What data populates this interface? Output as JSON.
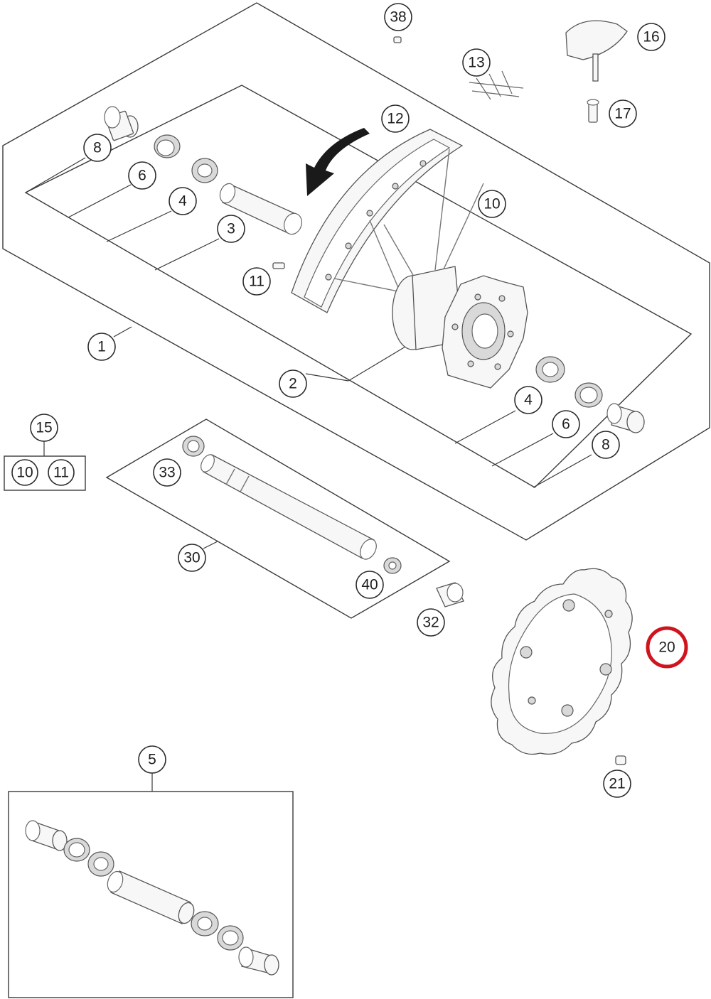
{
  "highlight_color": "#d0141e",
  "highlighted_part": "20",
  "callouts": {
    "c38": "38",
    "c16": "16",
    "c13": "13",
    "c17": "17",
    "c12": "12",
    "c8a": "8",
    "c6a": "6",
    "c4a": "4",
    "c3": "3",
    "c10": "10",
    "c11": "11",
    "c1": "1",
    "c2": "2",
    "c4b": "4",
    "c6b": "6",
    "c8b": "8",
    "c15": "15",
    "c15_10": "10",
    "c15_11": "11",
    "c33": "33",
    "c30": "30",
    "c40": "40",
    "c32": "32",
    "c20": "20",
    "c21": "21",
    "c5": "5"
  }
}
